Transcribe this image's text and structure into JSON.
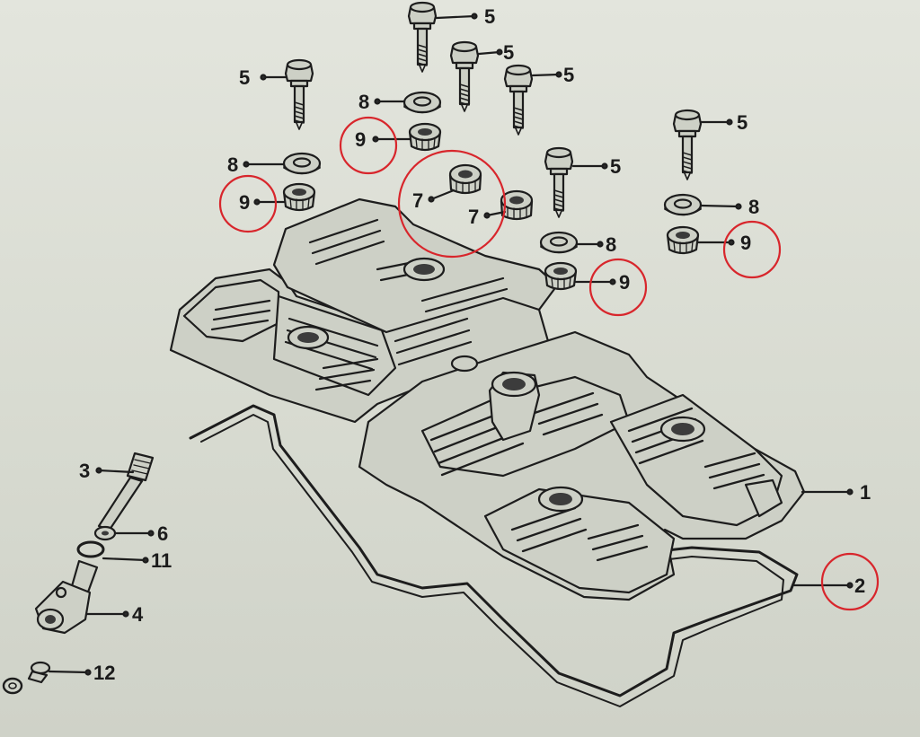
{
  "diagram": {
    "callouts": {
      "c1": "1",
      "c2": "2",
      "c3": "3",
      "c4": "4",
      "c5": "5",
      "c6": "6",
      "c7": "7",
      "c8": "8",
      "c9": "9",
      "c11": "11",
      "c12": "12"
    },
    "highlight_color": "#d8262c",
    "ink_color": "#1d1d1d",
    "paper_color": "#dadcd4"
  }
}
